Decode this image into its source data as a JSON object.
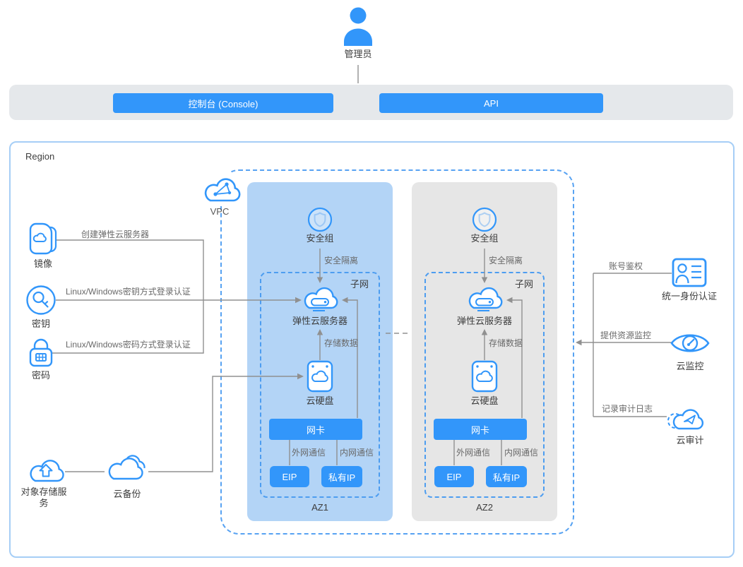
{
  "admin": {
    "label": "管理员"
  },
  "topbar": {
    "console": "控制台 (Console)",
    "api": "API"
  },
  "region": {
    "label": "Region"
  },
  "vpc": {
    "label": "VPC"
  },
  "azs": [
    {
      "name": "AZ1",
      "security_group": "安全组",
      "isolation": "安全隔离",
      "subnet": "子网",
      "ecs": "弹性云服务器",
      "store_data": "存储数据",
      "evs": "云硬盘",
      "nic": "网卡",
      "ext_comm": "外网通信",
      "int_comm": "内网通信",
      "eip": "EIP",
      "private_ip": "私有IP"
    },
    {
      "name": "AZ2",
      "security_group": "安全组",
      "isolation": "安全隔离",
      "subnet": "子网",
      "ecs": "弹性云服务器",
      "store_data": "存储数据",
      "evs": "云硬盘",
      "nic": "网卡",
      "ext_comm": "外网通信",
      "int_comm": "内网通信",
      "eip": "EIP",
      "private_ip": "私有IP"
    }
  ],
  "left_services": {
    "image": {
      "label": "镜像",
      "line_label": "创建弹性云服务器"
    },
    "key": {
      "label": "密钥",
      "line_label": "Linux/Windows密钥方式登录认证"
    },
    "password": {
      "label": "密码",
      "line_label": "Linux/Windows密码方式登录认证"
    },
    "obs": {
      "label": "对象存储服务"
    },
    "cbr": {
      "label": "云备份"
    }
  },
  "right_services": {
    "iam": {
      "label": "统一身份认证",
      "line_label": "账号鉴权"
    },
    "ces": {
      "label": "云监控",
      "line_label": "提供资源监控"
    },
    "cts": {
      "label": "云审计",
      "line_label": "记录审计日志"
    }
  },
  "colors": {
    "primary_blue": "#3296FA",
    "az1_bg": "#B3D4F6",
    "az2_bg": "#E6E6E6",
    "topbar_bg": "#E5E8EB",
    "region_border": "#A6CEF6",
    "dashed_blue": "#57A2F2",
    "connector_gray": "#909090"
  }
}
